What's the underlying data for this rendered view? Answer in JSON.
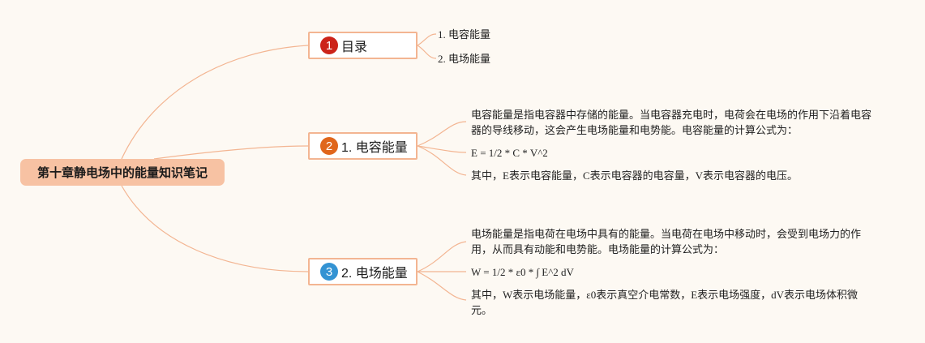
{
  "root": {
    "title": "第十章静电场中的能量知识笔记"
  },
  "colors": {
    "background": "#fdf9f3",
    "root_fill": "#f7c2a3",
    "line": "#f3b592"
  },
  "branches": [
    {
      "number": "1",
      "number_color": "#cc2319",
      "label": "目录",
      "leaves": [
        "1. 电容能量",
        "2. 电场能量"
      ]
    },
    {
      "number": "2",
      "number_color": "#e0661c",
      "label": "1. 电容能量",
      "leaves": [
        "电容能量是指电容器中存储的能量。当电容器充电时，电荷会在电场的作用下沿着电容器的导线移动，这会产生电场能量和电势能。电容能量的计算公式为：",
        "E = 1/2 * C * V^2",
        "其中，E表示电容能量，C表示电容器的电容量，V表示电容器的电压。"
      ]
    },
    {
      "number": "3",
      "number_color": "#3393d3",
      "label": "2. 电场能量",
      "leaves": [
        "电场能量是指电荷在电场中具有的能量。当电荷在电场中移动时，会受到电场力的作用，从而具有动能和电势能。电场能量的计算公式为：",
        "W = 1/2 * ε0 * ∫ E^2 dV",
        "其中，W表示电场能量，ε0表示真空介电常数，E表示电场强度，dV表示电场体积微元。"
      ]
    }
  ]
}
